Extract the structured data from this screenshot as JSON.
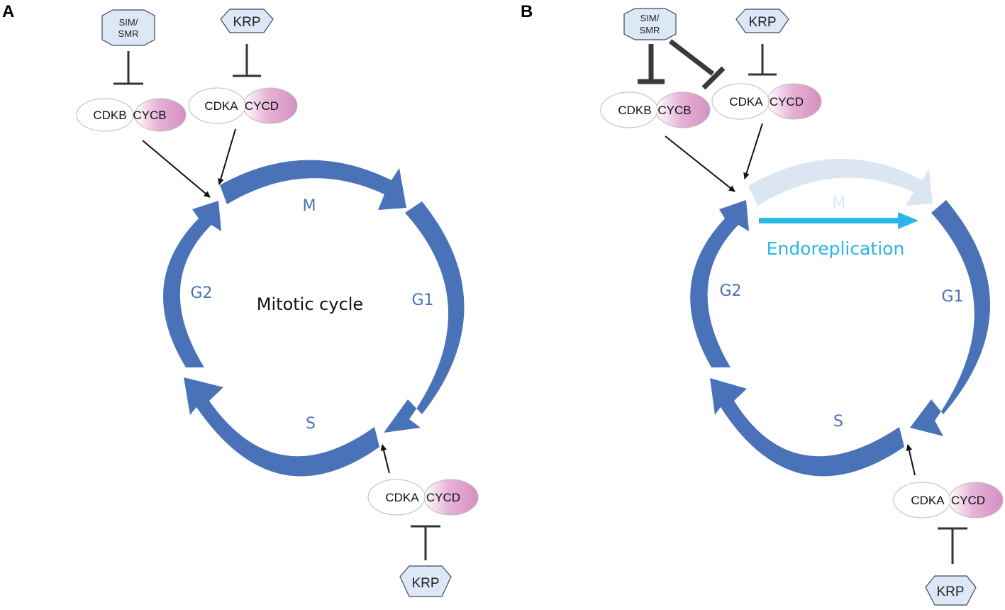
{
  "panels": {
    "a": {
      "letter": "A",
      "center_label": "Mitotic cycle",
      "phases": {
        "m": "M",
        "g1": "G1",
        "s": "S",
        "g2": "G2"
      },
      "regulators": {
        "sim_line1": "SIM/",
        "sim_line2": "SMR",
        "krp_top": "KRP",
        "krp_bottom": "KRP"
      },
      "complexes": {
        "top_left": {
          "cdk": "CDKB",
          "cyc": "CYCB"
        },
        "top_right": {
          "cdk": "CDKA",
          "cyc": "CYCD"
        },
        "bottom": {
          "cdk": "CDKA",
          "cyc": "CYCD"
        }
      }
    },
    "b": {
      "letter": "B",
      "endo_label": "Endoreplication",
      "phases": {
        "m": "M",
        "g1": "G1",
        "s": "S",
        "g2": "G2"
      },
      "regulators": {
        "sim_line1": "SIM/",
        "sim_line2": "SMR",
        "krp_top": "KRP",
        "krp_bottom": "KRP"
      },
      "complexes": {
        "top_left": {
          "cdk": "CDKB",
          "cyc": "CYCB"
        },
        "top_right": {
          "cdk": "CDKA",
          "cyc": "CYCD"
        },
        "bottom": {
          "cdk": "CDKA",
          "cyc": "CYCD"
        }
      }
    }
  },
  "colors": {
    "cycle_arrow": "#4a72b8",
    "faded_arrow": "#dce6f3",
    "endo_arrow": "#29b6e8",
    "hexagon_fill": "#dce8f6",
    "cyclin_fill": "#d58fc0",
    "inhibitor": "#333333"
  }
}
